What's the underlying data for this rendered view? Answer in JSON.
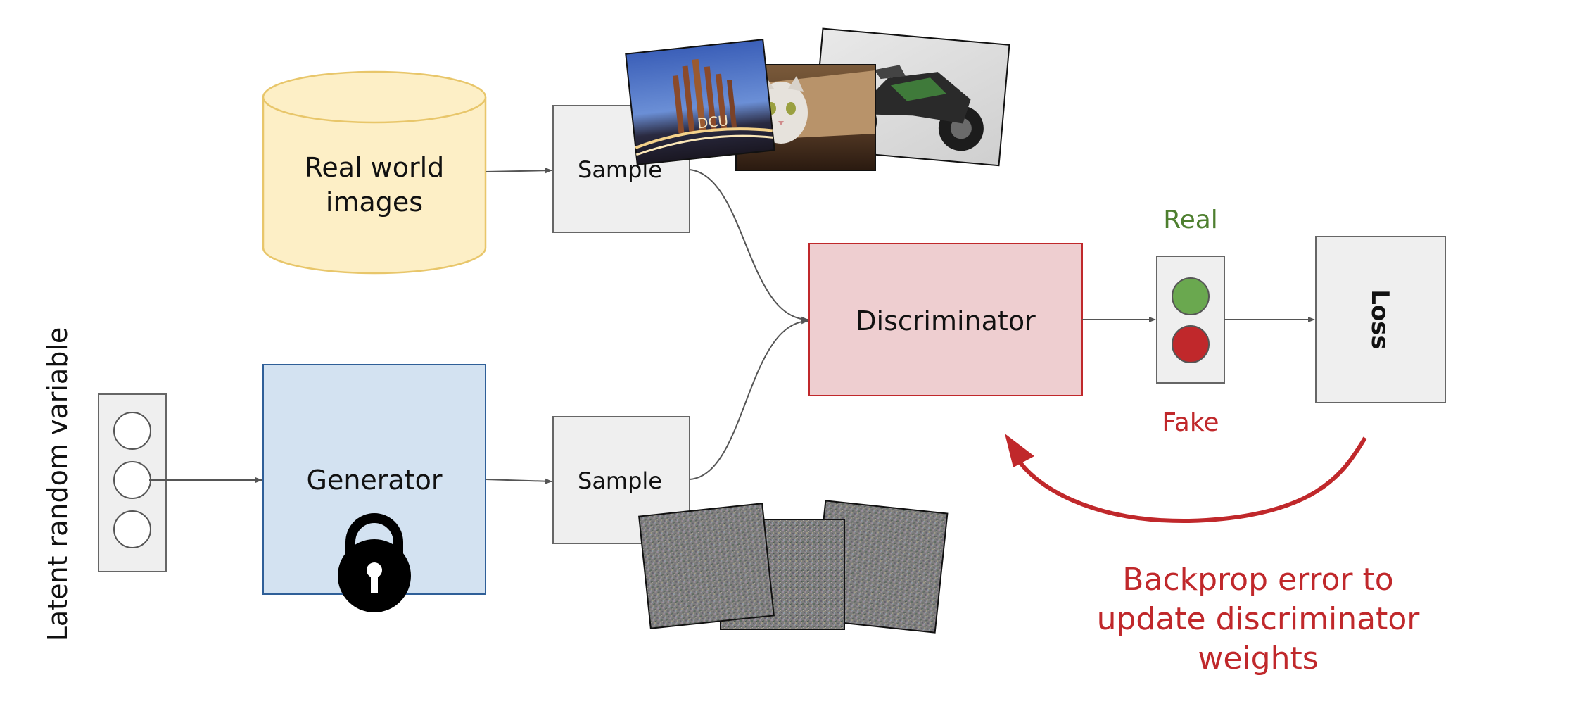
{
  "labels": {
    "real_world_images_line1": "Real world",
    "real_world_images_line2": "images",
    "sample_top": "Sample",
    "sample_bottom": "Sample",
    "discriminator": "Discriminator",
    "real": "Real",
    "fake": "Fake",
    "loss": "Loss",
    "generator": "Generator",
    "latent": "Latent random variable",
    "backprop_line1": "Backprop error to",
    "backprop_line2": "update discriminator",
    "backprop_line3": "weights",
    "photo_watermark": "DCU"
  },
  "colors": {
    "real_green": "#4e7f2f",
    "fake_red": "#c0282b",
    "green_light": "#6aa84f",
    "red_light": "#c0282b",
    "database_fill": "#fdefc6",
    "database_stroke": "#e8c66a",
    "generator_fill": "#d3e2f1",
    "generator_stroke": "#2f5f98",
    "discriminator_fill": "#eeced0",
    "discriminator_stroke": "#c0282b",
    "box_fill": "#efefef",
    "box_stroke": "#666666"
  },
  "icons": {
    "lock": "lock-icon",
    "traffic_light": "traffic-light-icon",
    "database": "database-icon"
  }
}
